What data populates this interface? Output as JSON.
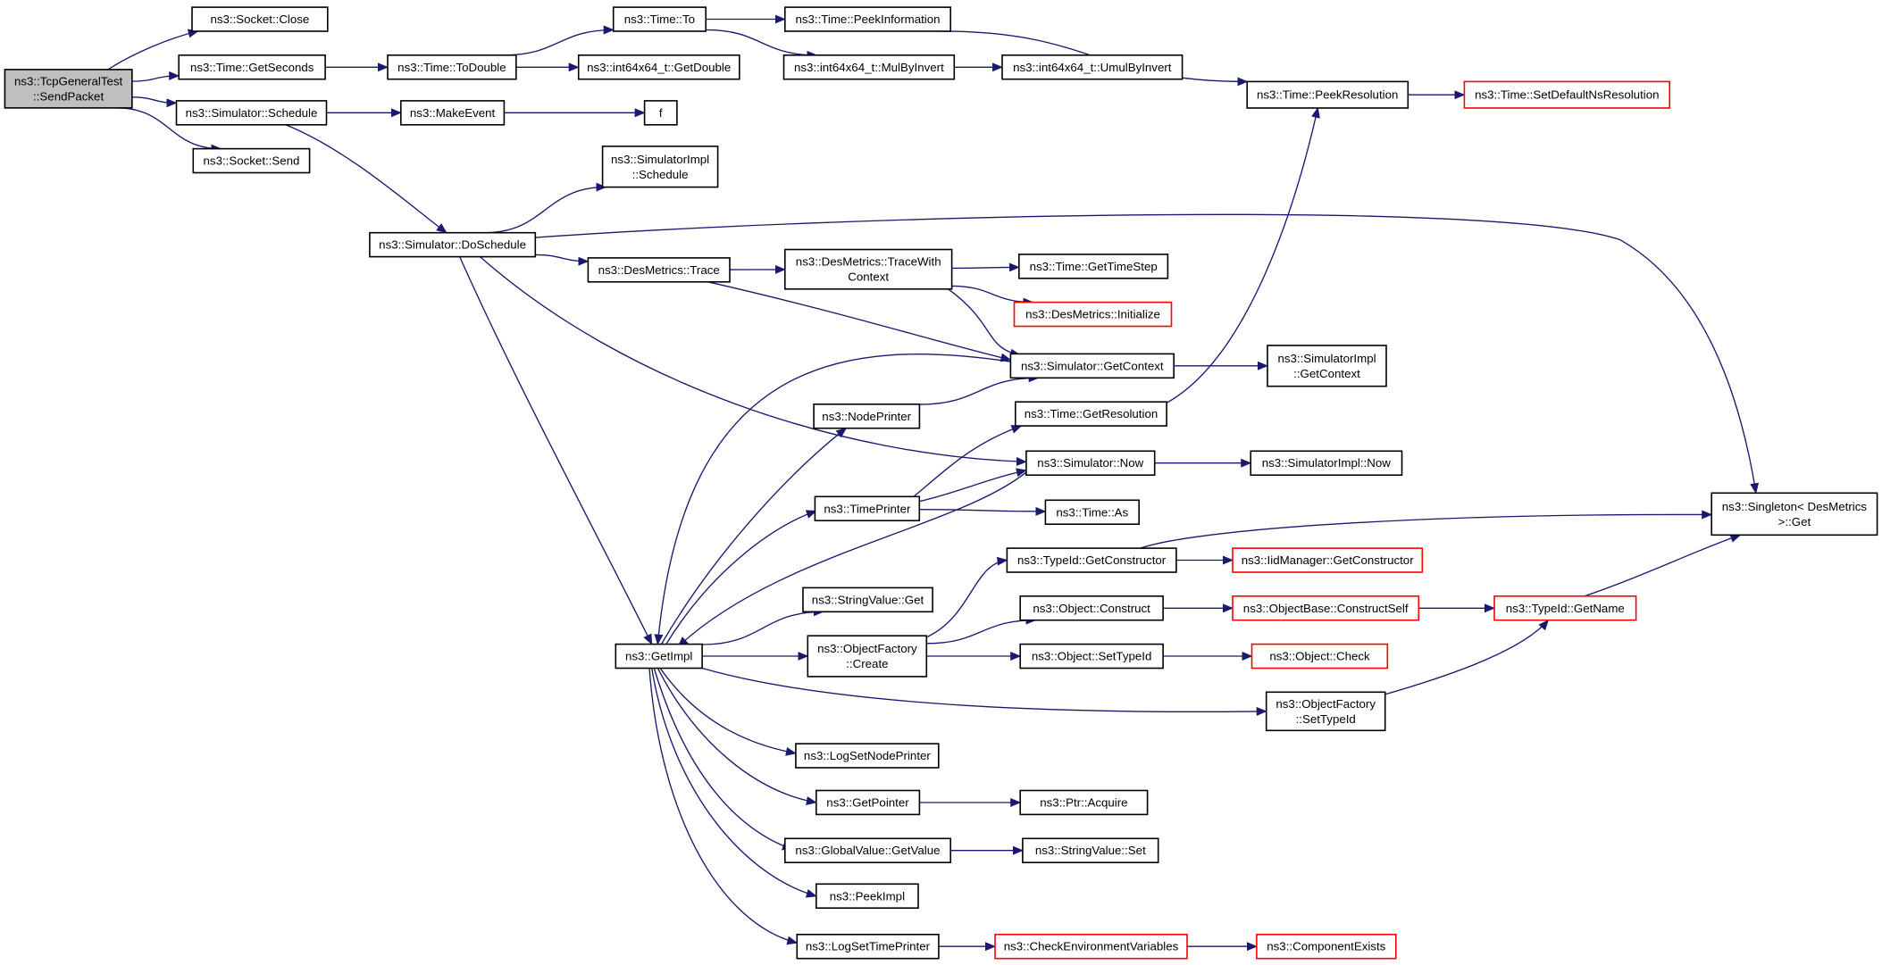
{
  "colors": {
    "edge": "#191970",
    "border_normal": "#000000",
    "border_truncated": "#ff0000",
    "root_fill": "#bfbfbf"
  },
  "graph": {
    "title": "",
    "nodes": [
      {
        "id": "root",
        "lines": [
          "ns3::TcpGeneralTest",
          "::SendPacket"
        ],
        "root": true,
        "truncated": false
      },
      {
        "id": "socket_close",
        "lines": [
          "ns3::Socket::Close"
        ],
        "truncated": false
      },
      {
        "id": "time_getseconds",
        "lines": [
          "ns3::Time::GetSeconds"
        ],
        "truncated": false
      },
      {
        "id": "sim_schedule",
        "lines": [
          "ns3::Simulator::Schedule"
        ],
        "truncated": false
      },
      {
        "id": "socket_send",
        "lines": [
          "ns3::Socket::Send"
        ],
        "truncated": false
      },
      {
        "id": "time_todouble",
        "lines": [
          "ns3::Time::ToDouble"
        ],
        "truncated": false
      },
      {
        "id": "time_to",
        "lines": [
          "ns3::Time::To"
        ],
        "truncated": false
      },
      {
        "id": "int_getdouble",
        "lines": [
          "ns3::int64x64_t::GetDouble"
        ],
        "truncated": false
      },
      {
        "id": "time_peekinfo",
        "lines": [
          "ns3::Time::PeekInformation"
        ],
        "truncated": false
      },
      {
        "id": "int_mulbyinvert",
        "lines": [
          "ns3::int64x64_t::MulByInvert"
        ],
        "truncated": false
      },
      {
        "id": "int_umulbyinvert",
        "lines": [
          "ns3::int64x64_t::UmulByInvert"
        ],
        "truncated": false
      },
      {
        "id": "makeevent",
        "lines": [
          "ns3::MakeEvent"
        ],
        "truncated": false
      },
      {
        "id": "f",
        "lines": [
          "f"
        ],
        "truncated": false
      },
      {
        "id": "time_peekres",
        "lines": [
          "ns3::Time::PeekResolution"
        ],
        "truncated": false
      },
      {
        "id": "time_setdefault",
        "lines": [
          "ns3::Time::SetDefaultNsResolution"
        ],
        "truncated": true
      },
      {
        "id": "simimpl_schedule",
        "lines": [
          "ns3::SimulatorImpl",
          "::Schedule"
        ],
        "truncated": false
      },
      {
        "id": "sim_doschedule",
        "lines": [
          "ns3::Simulator::DoSchedule"
        ],
        "truncated": false
      },
      {
        "id": "des_trace",
        "lines": [
          "ns3::DesMetrics::Trace"
        ],
        "truncated": false
      },
      {
        "id": "des_tracewith",
        "lines": [
          "ns3::DesMetrics::TraceWith",
          "Context"
        ],
        "truncated": false
      },
      {
        "id": "time_gettimestep",
        "lines": [
          "ns3::Time::GetTimeStep"
        ],
        "truncated": false
      },
      {
        "id": "des_initialize",
        "lines": [
          "ns3::DesMetrics::Initialize"
        ],
        "truncated": true
      },
      {
        "id": "sim_getcontext",
        "lines": [
          "ns3::Simulator::GetContext"
        ],
        "truncated": false
      },
      {
        "id": "simimpl_getcontext",
        "lines": [
          "ns3::SimulatorImpl",
          "::GetContext"
        ],
        "truncated": false
      },
      {
        "id": "nodeprinter",
        "lines": [
          "ns3::NodePrinter"
        ],
        "truncated": false
      },
      {
        "id": "time_getres",
        "lines": [
          "ns3::Time::GetResolution"
        ],
        "truncated": false
      },
      {
        "id": "sim_now",
        "lines": [
          "ns3::Simulator::Now"
        ],
        "truncated": false
      },
      {
        "id": "simimpl_now",
        "lines": [
          "ns3::SimulatorImpl::Now"
        ],
        "truncated": false
      },
      {
        "id": "timeprinter",
        "lines": [
          "ns3::TimePrinter"
        ],
        "truncated": false
      },
      {
        "id": "time_as",
        "lines": [
          "ns3::Time::As"
        ],
        "truncated": false
      },
      {
        "id": "singleton_get",
        "lines": [
          "ns3::Singleton< DesMetrics",
          ">::Get"
        ],
        "truncated": false
      },
      {
        "id": "typeid_getctor",
        "lines": [
          "ns3::TypeId::GetConstructor"
        ],
        "truncated": false
      },
      {
        "id": "iidmgr_getctor",
        "lines": [
          "ns3::IidManager::GetConstructor"
        ],
        "truncated": true
      },
      {
        "id": "stringvalue_get",
        "lines": [
          "ns3::StringValue::Get"
        ],
        "truncated": false
      },
      {
        "id": "object_construct",
        "lines": [
          "ns3::Object::Construct"
        ],
        "truncated": false
      },
      {
        "id": "objbase_constructself",
        "lines": [
          "ns3::ObjectBase::ConstructSelf"
        ],
        "truncated": true
      },
      {
        "id": "typeid_getname",
        "lines": [
          "ns3::TypeId::GetName"
        ],
        "truncated": true
      },
      {
        "id": "getimpl",
        "lines": [
          "ns3::GetImpl"
        ],
        "truncated": false
      },
      {
        "id": "objfactory_create",
        "lines": [
          "ns3::ObjectFactory",
          "::Create"
        ],
        "truncated": false
      },
      {
        "id": "object_settypeid",
        "lines": [
          "ns3::Object::SetTypeId"
        ],
        "truncated": false
      },
      {
        "id": "object_check",
        "lines": [
          "ns3::Object::Check"
        ],
        "truncated": true
      },
      {
        "id": "objfactory_settypeid",
        "lines": [
          "ns3::ObjectFactory",
          "::SetTypeId"
        ],
        "truncated": false
      },
      {
        "id": "logsetnodeprinter",
        "lines": [
          "ns3::LogSetNodePrinter"
        ],
        "truncated": false
      },
      {
        "id": "getpointer",
        "lines": [
          "ns3::GetPointer"
        ],
        "truncated": false
      },
      {
        "id": "ptr_acquire",
        "lines": [
          "ns3::Ptr::Acquire"
        ],
        "truncated": false
      },
      {
        "id": "globalvalue_getvalue",
        "lines": [
          "ns3::GlobalValue::GetValue"
        ],
        "truncated": false
      },
      {
        "id": "stringvalue_set",
        "lines": [
          "ns3::StringValue::Set"
        ],
        "truncated": false
      },
      {
        "id": "peekimpl",
        "lines": [
          "ns3::PeekImpl"
        ],
        "truncated": false
      },
      {
        "id": "logsettimeprinter",
        "lines": [
          "ns3::LogSetTimePrinter"
        ],
        "truncated": false
      },
      {
        "id": "checkenv",
        "lines": [
          "ns3::CheckEnvironmentVariables"
        ],
        "truncated": true
      },
      {
        "id": "componentexists",
        "lines": [
          "ns3::ComponentExists"
        ],
        "truncated": true
      }
    ],
    "edges": [
      [
        "root",
        "socket_close"
      ],
      [
        "root",
        "time_getseconds"
      ],
      [
        "root",
        "sim_schedule"
      ],
      [
        "root",
        "socket_send"
      ],
      [
        "time_getseconds",
        "time_todouble"
      ],
      [
        "time_todouble",
        "time_to"
      ],
      [
        "time_todouble",
        "int_getdouble"
      ],
      [
        "time_to",
        "time_peekinfo"
      ],
      [
        "time_to",
        "int_mulbyinvert"
      ],
      [
        "int_mulbyinvert",
        "int_umulbyinvert"
      ],
      [
        "time_peekinfo",
        "time_peekres"
      ],
      [
        "time_peekres",
        "time_setdefault"
      ],
      [
        "sim_schedule",
        "makeevent"
      ],
      [
        "makeevent",
        "f"
      ],
      [
        "sim_schedule",
        "sim_doschedule"
      ],
      [
        "sim_doschedule",
        "simimpl_schedule"
      ],
      [
        "sim_doschedule",
        "des_trace"
      ],
      [
        "sim_doschedule",
        "singleton_get"
      ],
      [
        "sim_doschedule",
        "sim_now"
      ],
      [
        "sim_doschedule",
        "getimpl"
      ],
      [
        "des_trace",
        "des_tracewith"
      ],
      [
        "des_trace",
        "sim_getcontext"
      ],
      [
        "des_tracewith",
        "time_gettimestep"
      ],
      [
        "des_tracewith",
        "des_initialize"
      ],
      [
        "des_tracewith",
        "sim_getcontext"
      ],
      [
        "sim_getcontext",
        "simimpl_getcontext"
      ],
      [
        "sim_getcontext",
        "getimpl"
      ],
      [
        "time_getres",
        "time_peekres"
      ],
      [
        "nodeprinter",
        "sim_getcontext"
      ],
      [
        "getimpl",
        "nodeprinter"
      ],
      [
        "sim_now",
        "simimpl_now"
      ],
      [
        "sim_now",
        "getimpl"
      ],
      [
        "getimpl",
        "timeprinter"
      ],
      [
        "timeprinter",
        "time_getres"
      ],
      [
        "timeprinter",
        "sim_now"
      ],
      [
        "timeprinter",
        "time_as"
      ],
      [
        "typeid_getctor",
        "singleton_get"
      ],
      [
        "typeid_getctor",
        "iidmgr_getctor"
      ],
      [
        "getimpl",
        "stringvalue_get"
      ],
      [
        "getimpl",
        "objfactory_create"
      ],
      [
        "objfactory_create",
        "typeid_getctor"
      ],
      [
        "objfactory_create",
        "object_construct"
      ],
      [
        "objfactory_create",
        "object_settypeid"
      ],
      [
        "object_construct",
        "objbase_constructself"
      ],
      [
        "objbase_constructself",
        "typeid_getname"
      ],
      [
        "typeid_getname",
        "singleton_get"
      ],
      [
        "object_settypeid",
        "object_check"
      ],
      [
        "getimpl",
        "objfactory_settypeid"
      ],
      [
        "objfactory_settypeid",
        "typeid_getname"
      ],
      [
        "getimpl",
        "logsetnodeprinter"
      ],
      [
        "getimpl",
        "getpointer"
      ],
      [
        "getpointer",
        "ptr_acquire"
      ],
      [
        "getimpl",
        "globalvalue_getvalue"
      ],
      [
        "globalvalue_getvalue",
        "stringvalue_set"
      ],
      [
        "getimpl",
        "peekimpl"
      ],
      [
        "getimpl",
        "logsettimeprinter"
      ],
      [
        "logsettimeprinter",
        "checkenv"
      ],
      [
        "checkenv",
        "componentexists"
      ]
    ]
  }
}
